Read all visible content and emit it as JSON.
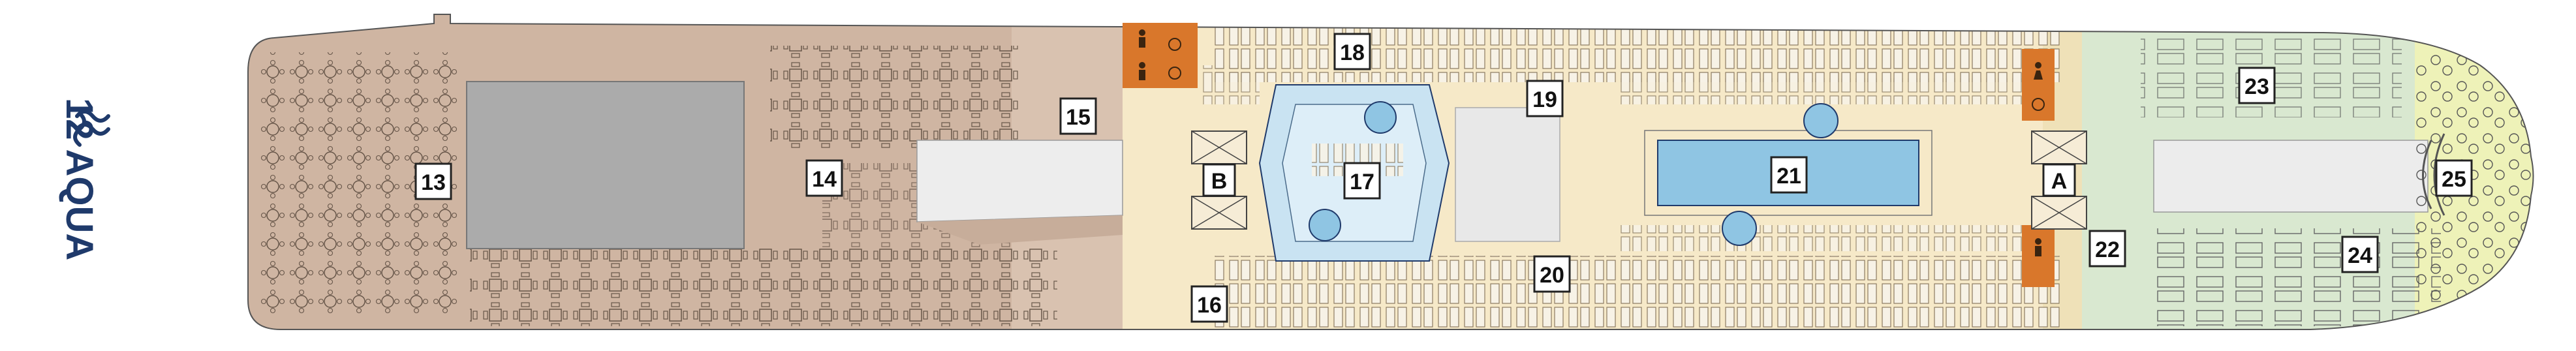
{
  "deck": {
    "title": "12 AQUA",
    "logo_icon": "aqua-waves-icon"
  },
  "colors": {
    "brand_blue": "#1f3a6b",
    "aft_zone": "#cfb5a2",
    "midship_zone": "#f6e9c8",
    "forward_zone": "#d9e8d0",
    "bow_zone": "#eef2b8",
    "pool_water": "#8fc5e3",
    "restroom": "#d9772b",
    "core_gray": "#ababab"
  },
  "area_markers": [
    "13",
    "14",
    "15",
    "16",
    "17",
    "18",
    "19",
    "20",
    "21",
    "22",
    "23",
    "24",
    "25"
  ],
  "stairwells": [
    "B",
    "A"
  ],
  "restroom_icons": [
    "restroom-male-icon",
    "restroom-female-icon",
    "restroom-accessible-icon"
  ]
}
